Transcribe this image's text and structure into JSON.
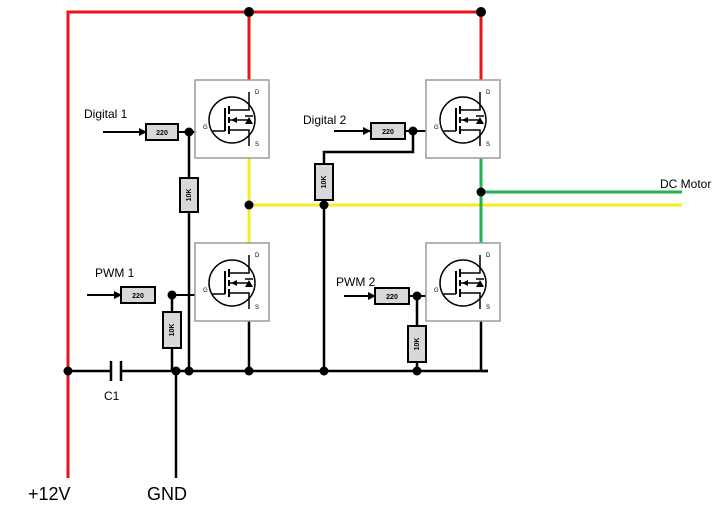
{
  "colors": {
    "supply": "#e8141b",
    "ground": "#000000",
    "motor_a": "#f5eb1e",
    "motor_b": "#22b14c",
    "resistor_fill": "#d8d8d8",
    "mosfet_border": "#9a9a9a"
  },
  "labels": {
    "digital1": "Digital 1",
    "digital2": "Digital 2",
    "pwm1": "PWM 1",
    "pwm2": "PWM 2",
    "dc_motor": "DC Motor",
    "capacitor": "C1",
    "vplus": "+12V",
    "gnd": "GND"
  },
  "resistors": {
    "gate_d1": "220",
    "gate_d2": "220",
    "gate_p1": "220",
    "gate_p2": "220",
    "pull_10k_1": "10K",
    "pull_10k_2": "10K",
    "pull_10k_3": "10K",
    "pull_10k_4": "10K"
  },
  "mosfet_pins": {
    "gate": "G",
    "drain": "D",
    "source": "S"
  }
}
